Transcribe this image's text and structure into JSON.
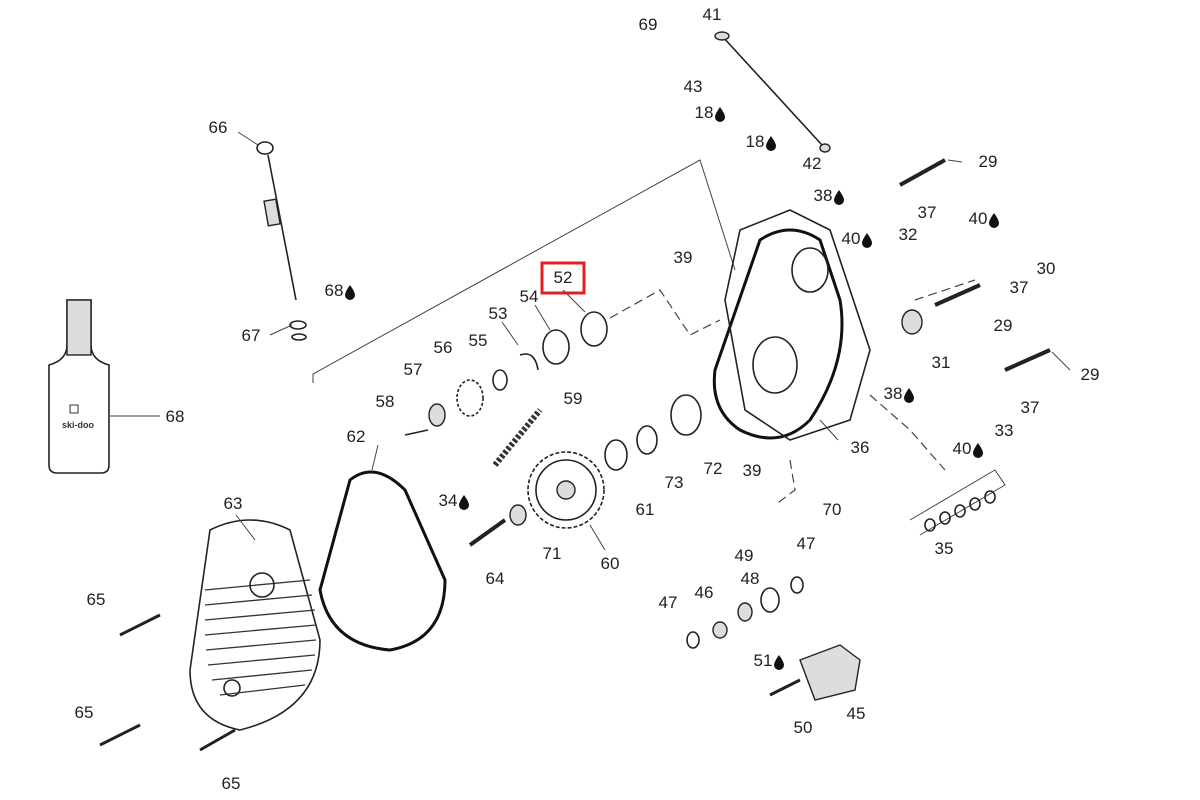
{
  "diagram": {
    "highlight_color": "#e02020",
    "highlighted_part": "52",
    "labels": [
      {
        "text": "69"
      },
      {
        "text": "41"
      },
      {
        "text": "43"
      },
      {
        "text": "18",
        "oil": true
      },
      {
        "text": "18",
        "oil": true
      },
      {
        "text": "42"
      },
      {
        "text": "29"
      },
      {
        "text": "38",
        "oil": true
      },
      {
        "text": "37"
      },
      {
        "text": "40",
        "oil": true
      },
      {
        "text": "32"
      },
      {
        "text": "40",
        "oil": true
      },
      {
        "text": "30"
      },
      {
        "text": "37"
      },
      {
        "text": "29"
      },
      {
        "text": "31"
      },
      {
        "text": "29"
      },
      {
        "text": "38",
        "oil": true
      },
      {
        "text": "37"
      },
      {
        "text": "33"
      },
      {
        "text": "40",
        "oil": true
      },
      {
        "text": "36"
      },
      {
        "text": "35"
      },
      {
        "text": "70"
      },
      {
        "text": "39"
      },
      {
        "text": "39"
      },
      {
        "text": "52"
      },
      {
        "text": "54"
      },
      {
        "text": "53"
      },
      {
        "text": "55"
      },
      {
        "text": "56"
      },
      {
        "text": "57"
      },
      {
        "text": "58"
      },
      {
        "text": "59"
      },
      {
        "text": "62"
      },
      {
        "text": "66"
      },
      {
        "text": "68",
        "oil": true
      },
      {
        "text": "67"
      },
      {
        "text": "68"
      },
      {
        "text": "72"
      },
      {
        "text": "73"
      },
      {
        "text": "61"
      },
      {
        "text": "60"
      },
      {
        "text": "71"
      },
      {
        "text": "34",
        "oil": true
      },
      {
        "text": "64"
      },
      {
        "text": "63"
      },
      {
        "text": "65"
      },
      {
        "text": "65"
      },
      {
        "text": "65"
      },
      {
        "text": "49"
      },
      {
        "text": "47"
      },
      {
        "text": "48"
      },
      {
        "text": "46"
      },
      {
        "text": "47"
      },
      {
        "text": "51",
        "oil": true
      },
      {
        "text": "50"
      },
      {
        "text": "45"
      }
    ],
    "bottle_brand": "ski-doo"
  }
}
